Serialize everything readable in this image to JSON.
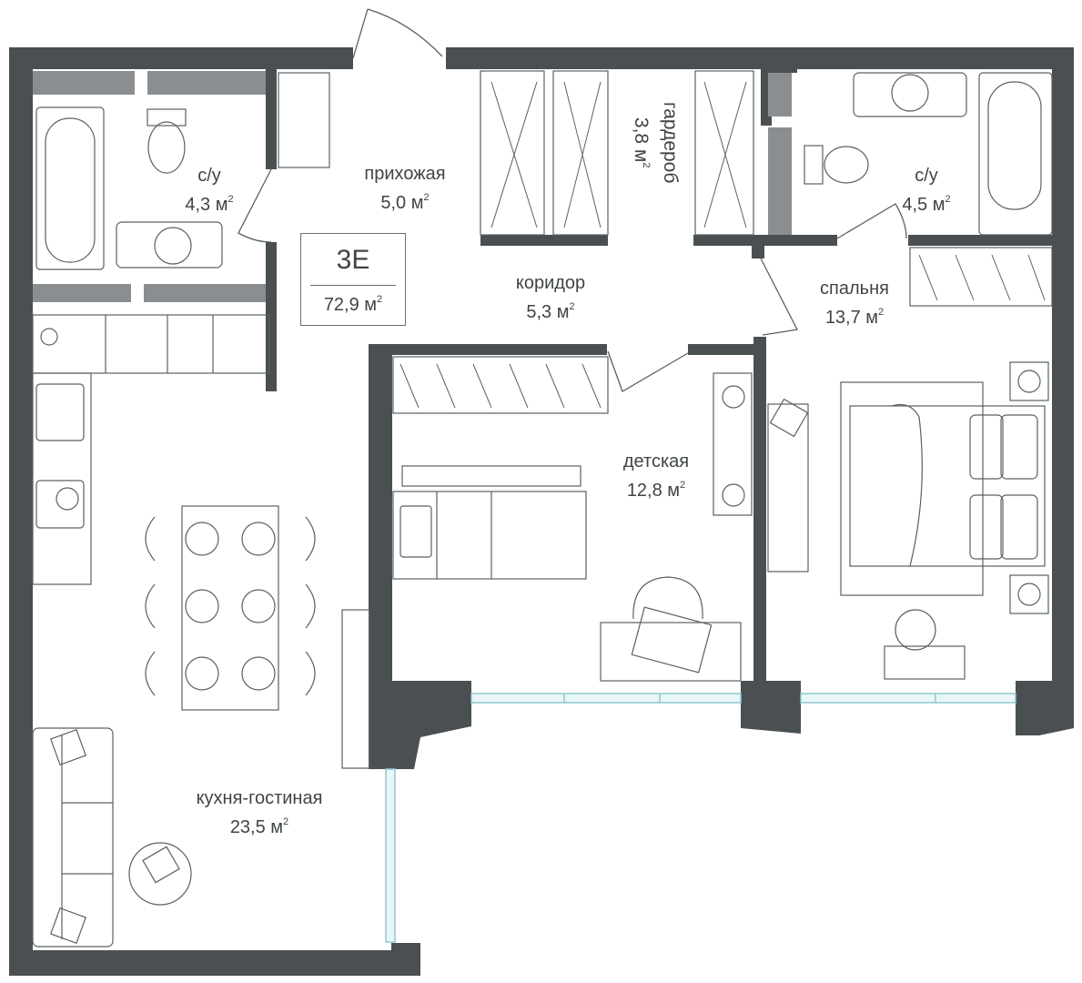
{
  "apartment": {
    "code": "3Е",
    "total_area": "72,9 м",
    "unit_sup": "2"
  },
  "rooms": {
    "wc1": {
      "name": "с/у",
      "area": "4,3 м",
      "sup": "2"
    },
    "hall": {
      "name": "прихожая",
      "area": "5,0 м",
      "sup": "2"
    },
    "wardrobe": {
      "name": "гардероб",
      "area": "3,8 м",
      "sup": "2"
    },
    "wc2": {
      "name": "с/у",
      "area": "4,5 м",
      "sup": "2"
    },
    "corridor": {
      "name": "коридор",
      "area": "5,3 м",
      "sup": "2"
    },
    "bedroom": {
      "name": "спальня",
      "area": "13,7 м",
      "sup": "2"
    },
    "kids": {
      "name": "детская",
      "area": "12,8 м",
      "sup": "2"
    },
    "living": {
      "name": "кухня-гостиная",
      "area": "23,5 м",
      "sup": "2"
    }
  },
  "colors": {
    "wall": "#4a4f52",
    "partition": "#8a8e91",
    "line": "#5a6064",
    "window": "#bfe3ea"
  }
}
